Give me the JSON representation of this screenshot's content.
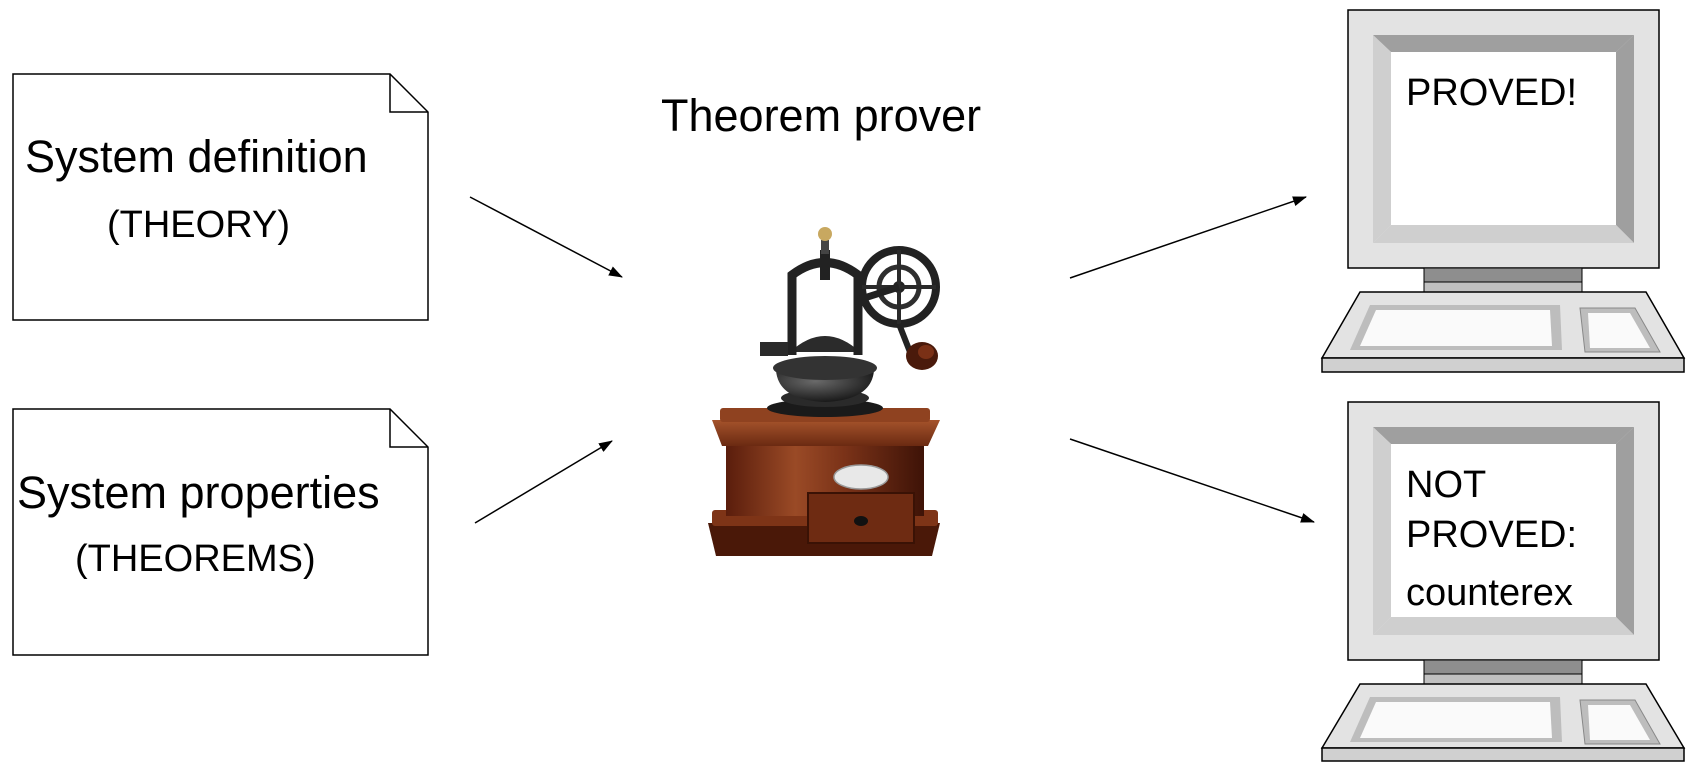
{
  "documents": [
    {
      "title": "System definition",
      "subtitle": "(THEORY)"
    },
    {
      "title": "System properties",
      "subtitle": "(THEOREMS)"
    }
  ],
  "prover": {
    "title": "Theorem prover",
    "image": "coffee-grinder"
  },
  "outputs": [
    {
      "lines": [
        "PROVED!"
      ]
    },
    {
      "lines": [
        "NOT",
        "PROVED:",
        "counterex"
      ]
    }
  ]
}
